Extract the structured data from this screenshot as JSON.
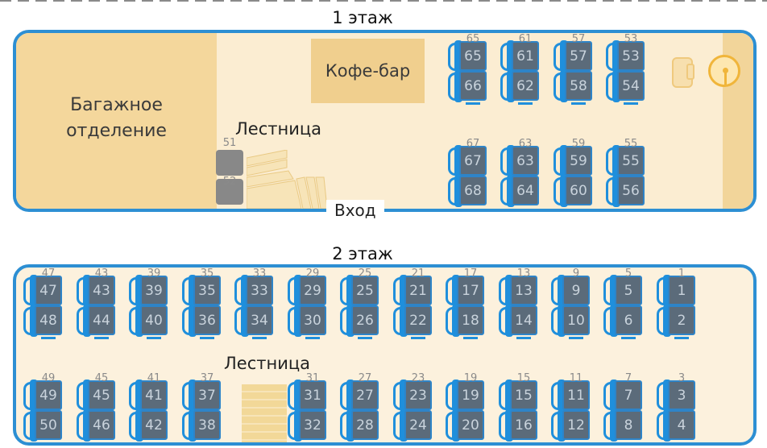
{
  "floor1": {
    "title": "1 этаж",
    "baggage_label_line1": "Багажное",
    "baggage_label_line2": "отделение",
    "cafe_label": "Кофе-бар",
    "stairs_label": "Лестница",
    "entrance_label": "Вход",
    "seats": [
      {
        "num": "65",
        "tag": "65"
      },
      {
        "num": "66",
        "tag": ""
      },
      {
        "num": "61",
        "tag": "61"
      },
      {
        "num": "62",
        "tag": ""
      },
      {
        "num": "57",
        "tag": "57"
      },
      {
        "num": "58",
        "tag": ""
      },
      {
        "num": "53",
        "tag": "53"
      },
      {
        "num": "54",
        "tag": ""
      },
      {
        "num": "67",
        "tag": "67"
      },
      {
        "num": "68",
        "tag": ""
      },
      {
        "num": "63",
        "tag": "63"
      },
      {
        "num": "64",
        "tag": ""
      },
      {
        "num": "59",
        "tag": "59"
      },
      {
        "num": "60",
        "tag": ""
      },
      {
        "num": "55",
        "tag": "55"
      },
      {
        "num": "56",
        "tag": ""
      }
    ],
    "grey_seats": [
      {
        "num": "",
        "tag": "51"
      },
      {
        "num": "",
        "tag": "52"
      }
    ]
  },
  "floor2": {
    "title": "2 этаж",
    "stairs_label": "Лестница",
    "top_rows": [
      [
        "47",
        "48"
      ],
      [
        "43",
        "44"
      ],
      [
        "39",
        "40"
      ],
      [
        "35",
        "36"
      ],
      [
        "33",
        "34"
      ],
      [
        "29",
        "30"
      ],
      [
        "25",
        "26"
      ],
      [
        "21",
        "22"
      ],
      [
        "17",
        "18"
      ],
      [
        "13",
        "14"
      ],
      [
        "9",
        "10"
      ],
      [
        "5",
        "6"
      ],
      [
        "1",
        "2"
      ]
    ],
    "bottom_rows": [
      [
        "49",
        "50"
      ],
      [
        "45",
        "46"
      ],
      [
        "41",
        "42"
      ],
      [
        "37",
        "38"
      ],
      [
        "31",
        "32"
      ],
      [
        "27",
        "28"
      ],
      [
        "23",
        "24"
      ],
      [
        "19",
        "20"
      ],
      [
        "15",
        "16"
      ],
      [
        "11",
        "12"
      ],
      [
        "7",
        "8"
      ],
      [
        "3",
        "4"
      ]
    ]
  },
  "colors": {
    "border": "#2d8fd3",
    "seat_frame": "#1f8fdc",
    "seat_fill": "#5b6b7a",
    "baggage": "#f4d79c",
    "floor": "#fbedd2"
  }
}
